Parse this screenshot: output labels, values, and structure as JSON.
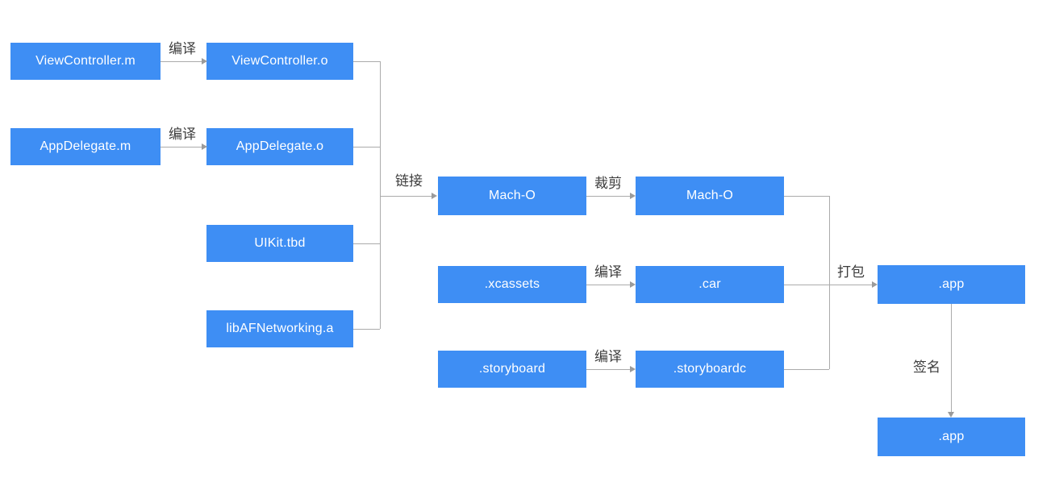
{
  "diagram": {
    "description": "iOS build pipeline flowchart",
    "colors": {
      "node_fill": "#3E8EF4",
      "node_text": "#FFFFFF",
      "connector": "#ABABAB",
      "edge_label_text": "#3C3C3C",
      "background": "#FFFFFF"
    },
    "nodes": [
      {
        "id": "viewcontroller-m",
        "label": "ViewController.m"
      },
      {
        "id": "viewcontroller-o",
        "label": "ViewController.o"
      },
      {
        "id": "appdelegate-m",
        "label": "AppDelegate.m"
      },
      {
        "id": "appdelegate-o",
        "label": "AppDelegate.o"
      },
      {
        "id": "uikit-tbd",
        "label": "UIKit.tbd"
      },
      {
        "id": "libafnetworking-a",
        "label": "libAFNetworking.a"
      },
      {
        "id": "mach-o-linked",
        "label": "Mach-O"
      },
      {
        "id": "mach-o-trimmed",
        "label": "Mach-O"
      },
      {
        "id": "xcassets",
        "label": ".xcassets"
      },
      {
        "id": "car",
        "label": ".car"
      },
      {
        "id": "storyboard",
        "label": ".storyboard"
      },
      {
        "id": "storyboardc",
        "label": ".storyboardc"
      },
      {
        "id": "app-packaged",
        "label": ".app"
      },
      {
        "id": "app-signed",
        "label": ".app"
      }
    ],
    "edges": [
      {
        "id": "compile-viewcontroller",
        "label": "编译"
      },
      {
        "id": "compile-appdelegate",
        "label": "编译"
      },
      {
        "id": "link",
        "label": "链接"
      },
      {
        "id": "trim",
        "label": "裁剪"
      },
      {
        "id": "compile-xcassets",
        "label": "编译"
      },
      {
        "id": "compile-storyboard",
        "label": "编译"
      },
      {
        "id": "package",
        "label": "打包"
      },
      {
        "id": "sign",
        "label": "签名"
      }
    ]
  }
}
